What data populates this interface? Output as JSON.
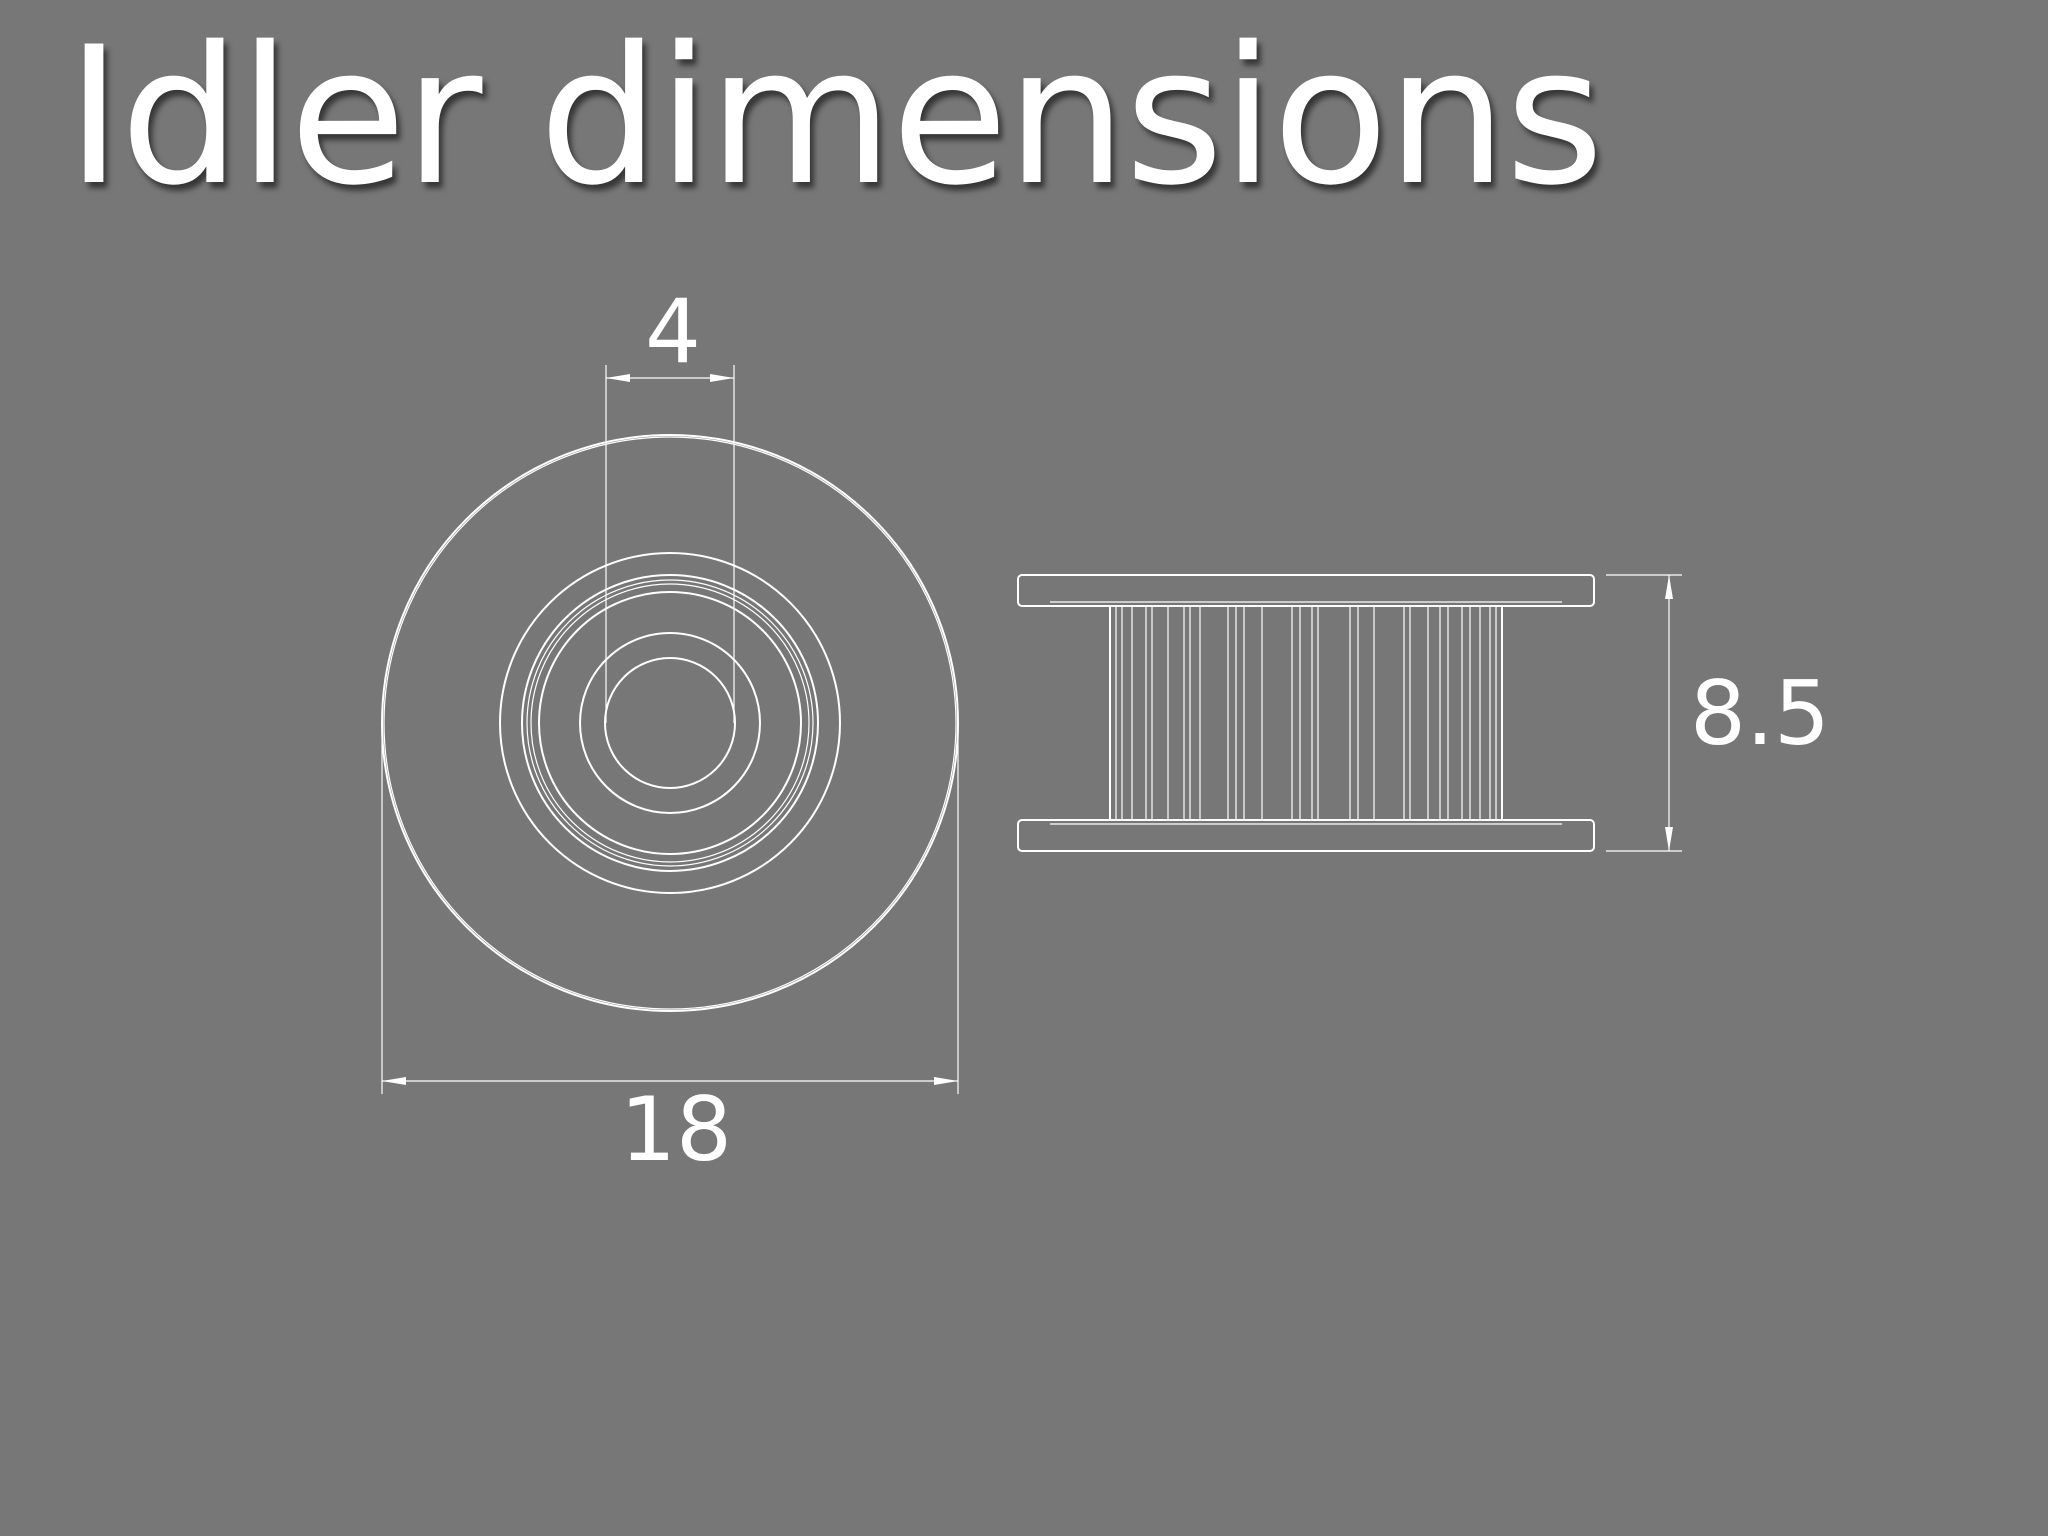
{
  "slide": {
    "title": "Idler dimensions"
  },
  "dimensions": {
    "bore": "4",
    "outer_diameter": "18",
    "height": "8.5"
  }
}
